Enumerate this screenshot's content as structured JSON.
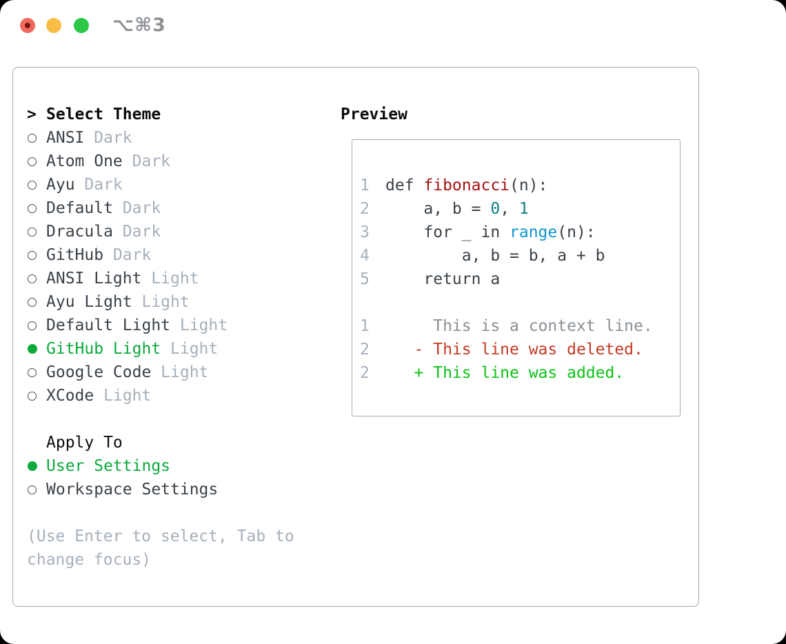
{
  "titlebar": {
    "title": "⌥⌘3"
  },
  "picker": {
    "cursor": ">",
    "title": "Select Theme",
    "themes": [
      {
        "name": "ANSI",
        "variant": "Dark",
        "selected": false
      },
      {
        "name": "Atom One",
        "variant": "Dark",
        "selected": false
      },
      {
        "name": "Ayu",
        "variant": "Dark",
        "selected": false
      },
      {
        "name": "Default",
        "variant": "Dark",
        "selected": false
      },
      {
        "name": "Dracula",
        "variant": "Dark",
        "selected": false
      },
      {
        "name": "GitHub",
        "variant": "Dark",
        "selected": false
      },
      {
        "name": "ANSI Light",
        "variant": "Light",
        "selected": false
      },
      {
        "name": "Ayu Light",
        "variant": "Light",
        "selected": false
      },
      {
        "name": "Default Light",
        "variant": "Light",
        "selected": false
      },
      {
        "name": "GitHub Light",
        "variant": "Light",
        "selected": true
      },
      {
        "name": "Google Code",
        "variant": "Light",
        "selected": false
      },
      {
        "name": "XCode",
        "variant": "Light",
        "selected": false
      }
    ],
    "apply_title": "Apply To",
    "apply_options": [
      {
        "label": "User Settings",
        "selected": true
      },
      {
        "label": "Workspace Settings",
        "selected": false
      }
    ],
    "hint_lines": [
      "(Use Enter to select, Tab to",
      "change focus)"
    ]
  },
  "preview": {
    "title": "Preview",
    "code_lines": [
      {
        "number": "1",
        "segments": [
          {
            "text": "def ",
            "style": "plain"
          },
          {
            "text": "fibonacci",
            "style": "function"
          },
          {
            "text": "(n):",
            "style": "plain"
          }
        ]
      },
      {
        "number": "2",
        "segments": [
          {
            "text": "    a, b = ",
            "style": "plain"
          },
          {
            "text": "0",
            "style": "number"
          },
          {
            "text": ", ",
            "style": "plain"
          },
          {
            "text": "1",
            "style": "number"
          }
        ]
      },
      {
        "number": "3",
        "segments": [
          {
            "text": "    for _ in ",
            "style": "plain"
          },
          {
            "text": "range",
            "style": "builtin"
          },
          {
            "text": "(n):",
            "style": "plain"
          }
        ]
      },
      {
        "number": "4",
        "segments": [
          {
            "text": "        a, b = b, a + b",
            "style": "plain"
          }
        ]
      },
      {
        "number": "5",
        "segments": [
          {
            "text": "    return a",
            "style": "plain"
          }
        ]
      },
      {
        "number": "",
        "segments": [
          {
            "text": "",
            "style": "plain"
          }
        ]
      },
      {
        "number": "1",
        "segments": [
          {
            "text": "     This is a context line.",
            "style": "context"
          }
        ]
      },
      {
        "number": "2",
        "segments": [
          {
            "text": "   - This line was deleted.",
            "style": "deleted"
          }
        ]
      },
      {
        "number": "2",
        "segments": [
          {
            "text": "   + This line was added.",
            "style": "added"
          }
        ]
      }
    ]
  },
  "colors": {
    "selection_green": "#0ca93c",
    "added_green": "#0cc215",
    "deleted_red": "#c43a22",
    "function_red": "#a51212",
    "number_teal": "#0e7d81",
    "builtin_blue": "#0f94ce",
    "muted_gray": "#a6b0bb",
    "text_dark": "#394149",
    "border_gray": "#a2aab3"
  }
}
